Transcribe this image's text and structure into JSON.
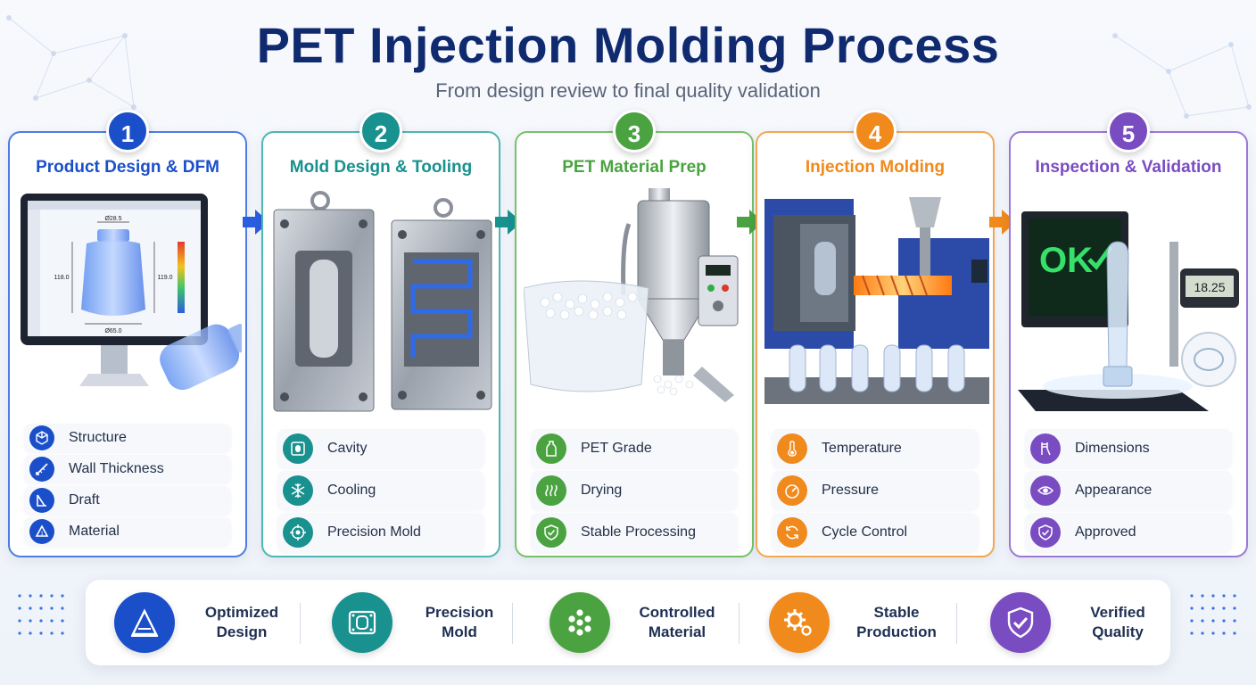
{
  "title": "PET Injection Molding Process",
  "subtitle": "From design review to final quality validation",
  "colors": {
    "step1": "#1b4fc9",
    "step2": "#18918f",
    "step3": "#4aa340",
    "step4": "#f08a1c",
    "step5": "#7a4cc2",
    "title": "#0f2a6e"
  },
  "steps": [
    {
      "number": "1",
      "title": "Product Design & DFM",
      "items": [
        {
          "label": "Structure",
          "icon": "cube-icon"
        },
        {
          "label": "Wall Thickness",
          "icon": "ruler-icon"
        },
        {
          "label": "Draft",
          "icon": "draft-angle-icon"
        },
        {
          "label": "Material",
          "icon": "recycle-icon"
        }
      ],
      "illustration": {
        "dim_top": "Ø28.5",
        "dim_left": "118.0",
        "dim_right": "119.0",
        "dim_bottom": "Ø65.0"
      }
    },
    {
      "number": "2",
      "title": "Mold Design & Tooling",
      "items": [
        {
          "label": "Cavity",
          "icon": "cavity-icon"
        },
        {
          "label": "Cooling",
          "icon": "snowflake-icon"
        },
        {
          "label": "Precision Mold",
          "icon": "target-icon"
        }
      ]
    },
    {
      "number": "3",
      "title": "PET Material Prep",
      "items": [
        {
          "label": "PET Grade",
          "icon": "bottle-icon"
        },
        {
          "label": "Drying",
          "icon": "heat-waves-icon"
        },
        {
          "label": "Stable Processing",
          "icon": "shield-check-icon"
        }
      ]
    },
    {
      "number": "4",
      "title": "Injection Molding",
      "items": [
        {
          "label": "Temperature",
          "icon": "thermometer-icon"
        },
        {
          "label": "Pressure",
          "icon": "gauge-icon"
        },
        {
          "label": "Cycle Control",
          "icon": "cycle-icon"
        }
      ]
    },
    {
      "number": "5",
      "title": "Inspection & Validation",
      "items": [
        {
          "label": "Dimensions",
          "icon": "caliper-icon"
        },
        {
          "label": "Appearance",
          "icon": "eye-icon"
        },
        {
          "label": "Approved",
          "icon": "shield-check-icon"
        }
      ],
      "illustration": {
        "screen_text": "OK",
        "caliper_reading": "18.25"
      }
    }
  ],
  "features": [
    {
      "line1": "Optimized",
      "line2": "Design",
      "icon": "triangle-ruler-icon"
    },
    {
      "line1": "Precision",
      "line2": "Mold",
      "icon": "mold-icon"
    },
    {
      "line1": "Controlled",
      "line2": "Material",
      "icon": "pellets-icon"
    },
    {
      "line1": "Stable",
      "line2": "Production",
      "icon": "gears-icon"
    },
    {
      "line1": "Verified",
      "line2": "Quality",
      "icon": "shield-check-icon"
    }
  ]
}
